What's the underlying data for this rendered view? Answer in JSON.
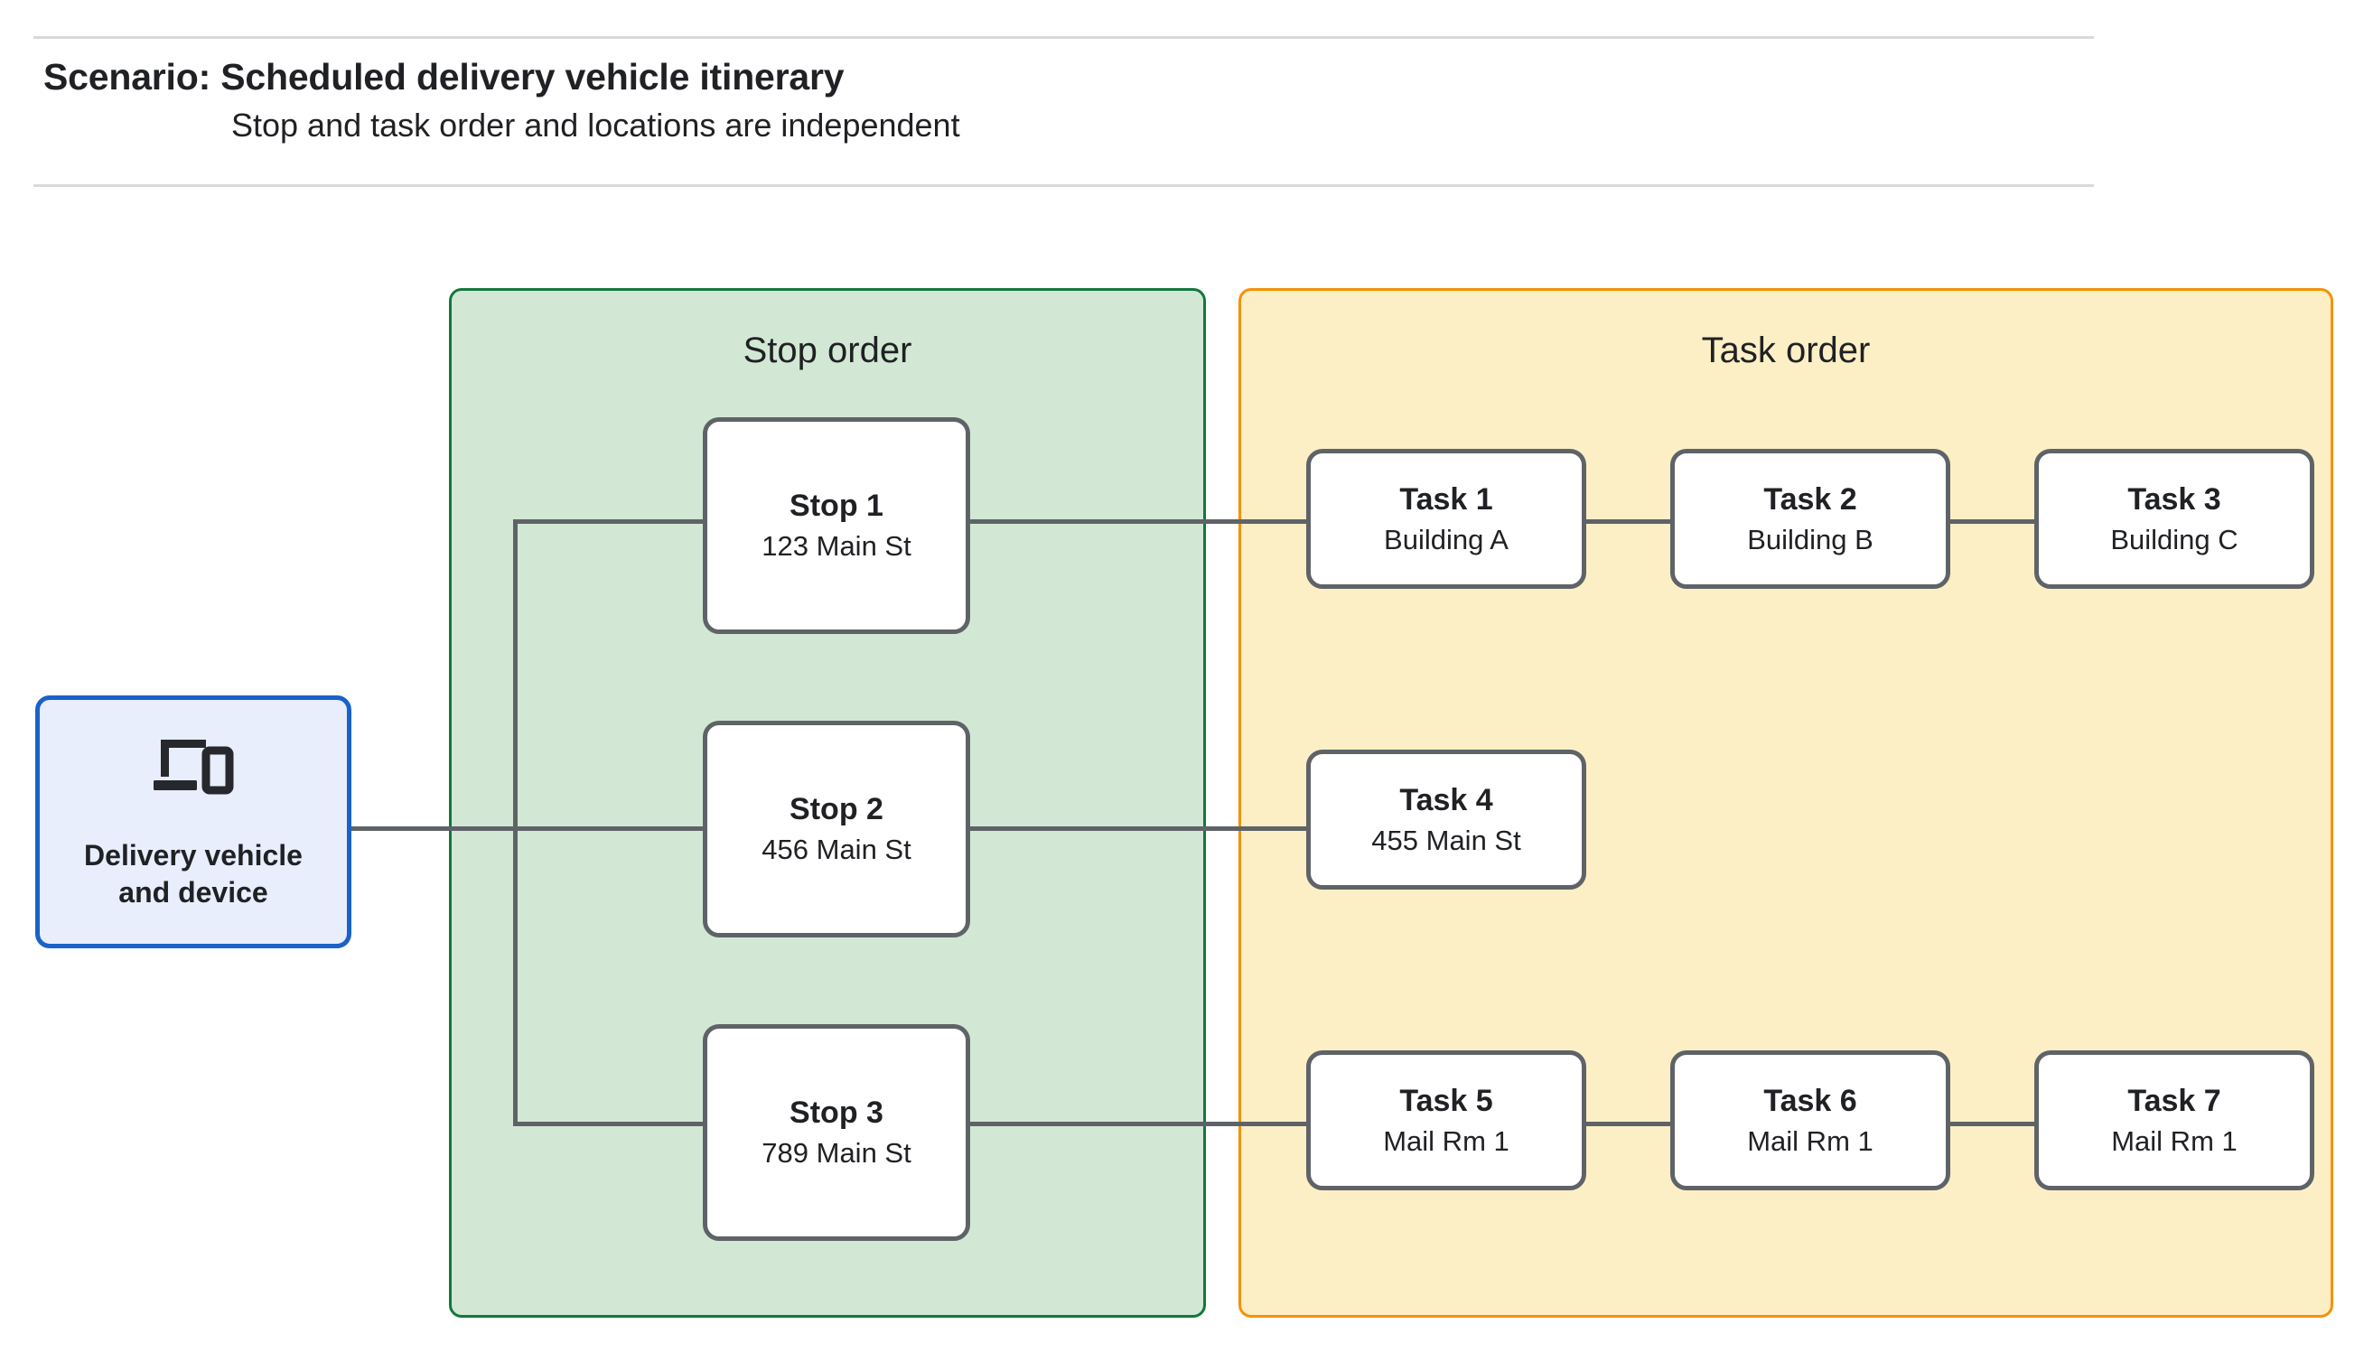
{
  "header": {
    "title": "Scenario: Scheduled delivery vehicle itinerary",
    "subtitle": "Stop and task order and locations are independent"
  },
  "vehicle": {
    "label": "Delivery vehicle\nand device",
    "icon": "devices-icon",
    "border_color": "#1a62c9",
    "fill_color": "#e8eefc"
  },
  "stop_panel": {
    "title": "Stop order",
    "fill_color": "#d2e8d4",
    "border_color": "#13773d",
    "stops": [
      {
        "title": "Stop 1",
        "address": "123 Main St"
      },
      {
        "title": "Stop 2",
        "address": "456 Main St"
      },
      {
        "title": "Stop 3",
        "address": "789 Main St"
      }
    ]
  },
  "task_panel": {
    "title": "Task order",
    "fill_color": "#fcefc6",
    "border_color": "#f59107",
    "tasks": [
      {
        "title": "Task 1",
        "location": "Building A"
      },
      {
        "title": "Task 2",
        "location": "Building B"
      },
      {
        "title": "Task 3",
        "location": "Building C"
      },
      {
        "title": "Task 4",
        "location": "455 Main St"
      },
      {
        "title": "Task 5",
        "location": "Mail Rm 1"
      },
      {
        "title": "Task 6",
        "location": "Mail Rm 1"
      },
      {
        "title": "Task 7",
        "location": "Mail Rm 1"
      }
    ]
  },
  "connector_color": "#5f6368",
  "rule_color": "#d9d9d9"
}
